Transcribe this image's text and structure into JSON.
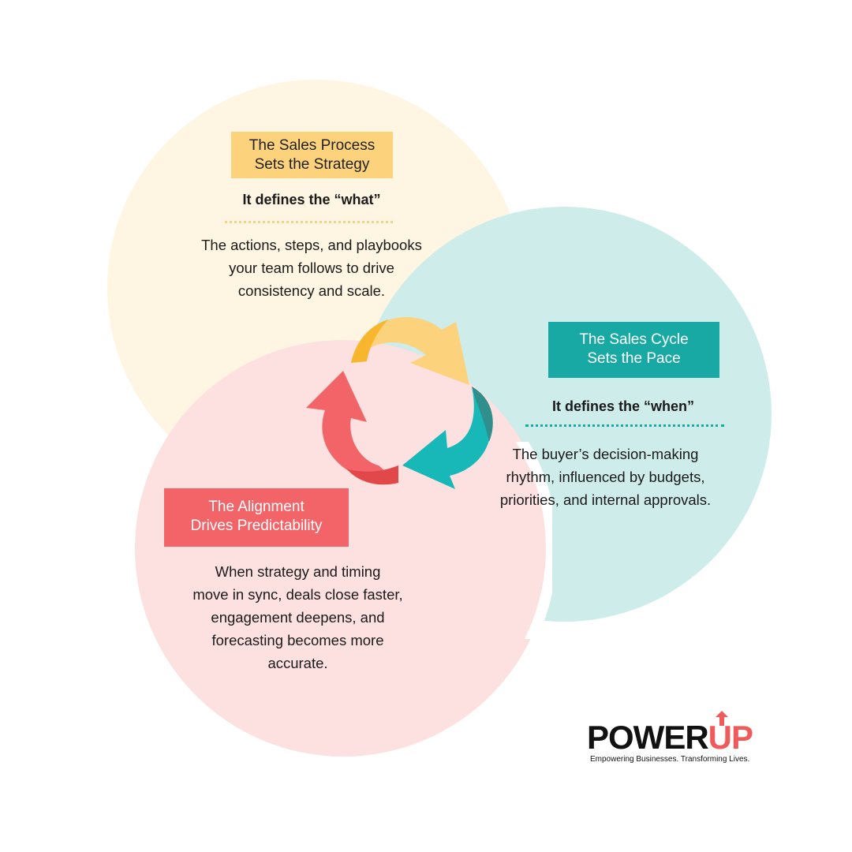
{
  "process": {
    "tag_lines": [
      "The Sales Process",
      "Sets the Strategy"
    ],
    "subhead": "It defines the “what”",
    "body_lines": [
      "The actions, steps, and playbooks",
      "your team follows to drive",
      "consistency and scale."
    ]
  },
  "cycle": {
    "tag_lines": [
      "The Sales Cycle",
      "Sets the Pace"
    ],
    "subhead": "It defines the “when”",
    "body_lines": [
      "The buyer’s decision-making",
      "rhythm, influenced by budgets,",
      "priorities, and internal approvals."
    ]
  },
  "alignment": {
    "tag_lines": [
      "The Alignment",
      "Drives Predictability"
    ],
    "body_lines": [
      "When strategy and timing",
      "move in sync, deals close faster,",
      "engagement deepens, and",
      "forecasting becomes more",
      "accurate."
    ]
  },
  "logo": {
    "word_main": "POWER",
    "word_accent": "UP",
    "tagline": "Empowering Businesses. Transforming Lives."
  },
  "colors": {
    "process_fill": "#fef5e2",
    "cycle_fill": "#cdecea",
    "alignment_fill": "#fde0e0",
    "process_accent": "#fcd27c",
    "cycle_accent": "#18a9a4",
    "alignment_accent": "#f36468"
  }
}
